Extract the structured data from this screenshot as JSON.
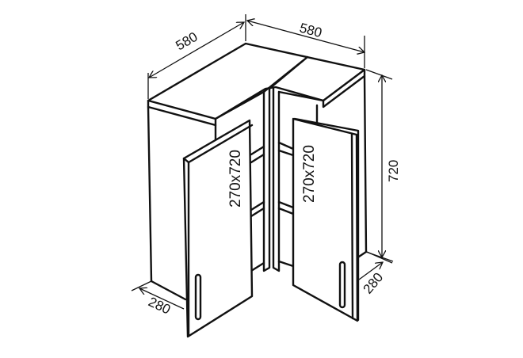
{
  "dimensions": {
    "width_left": "580",
    "width_right": "580",
    "height": "720",
    "depth_left": "280",
    "depth_right": "280"
  },
  "doors": [
    {
      "label": "270x720"
    },
    {
      "label": "270x720"
    }
  ],
  "colors": {
    "line": "#111111",
    "background": "#ffffff"
  }
}
